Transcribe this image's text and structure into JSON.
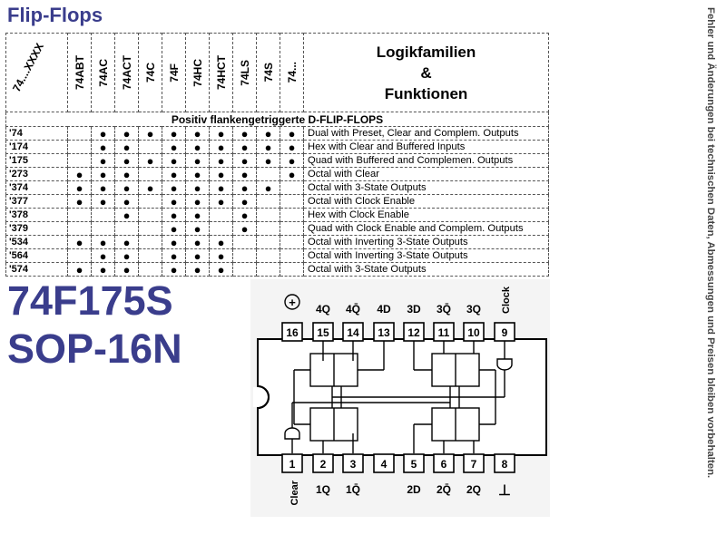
{
  "title": "Flip-Flops",
  "side_note": "Fehler und Änderungen bei technischen Daten, Abmessungen und Preisen bleiben vorbehalten.",
  "table": {
    "corner_label": "74....XXXX",
    "families": [
      "74ABT",
      "74AC",
      "74ACT",
      "74C",
      "74F",
      "74HC",
      "74HCT",
      "74LS",
      "74S",
      "74..."
    ],
    "families_header": [
      "Logikfamilien",
      "&",
      "Funktionen"
    ],
    "section_title": "Positiv flankengetriggerte D-FLIP-FLOPS",
    "dot_symbol": "●",
    "rows": [
      {
        "code": "'74",
        "dots": [
          0,
          1,
          1,
          1,
          1,
          1,
          1,
          1,
          1,
          1
        ],
        "desc": "Dual with Preset, Clear and Complem. Outputs"
      },
      {
        "code": "'174",
        "dots": [
          0,
          1,
          1,
          0,
          1,
          1,
          1,
          1,
          1,
          1
        ],
        "desc": "Hex with Clear and Buffered Inputs"
      },
      {
        "code": "'175",
        "dots": [
          0,
          1,
          1,
          1,
          1,
          1,
          1,
          1,
          1,
          1
        ],
        "desc": "Quad with Buffered and Complemen. Outputs"
      },
      {
        "code": "'273",
        "dots": [
          1,
          1,
          1,
          0,
          1,
          1,
          1,
          1,
          0,
          1
        ],
        "desc": "Octal with Clear"
      },
      {
        "code": "'374",
        "dots": [
          1,
          1,
          1,
          1,
          1,
          1,
          1,
          1,
          1,
          0
        ],
        "desc": "Octal with 3-State Outputs"
      },
      {
        "code": "'377",
        "dots": [
          1,
          1,
          1,
          0,
          1,
          1,
          1,
          1,
          0,
          0
        ],
        "desc": "Octal with Clock Enable"
      },
      {
        "code": "'378",
        "dots": [
          0,
          0,
          1,
          0,
          1,
          1,
          0,
          1,
          0,
          0
        ],
        "desc": "Hex with Clock Enable"
      },
      {
        "code": "'379",
        "dots": [
          0,
          0,
          0,
          0,
          1,
          1,
          0,
          1,
          0,
          0
        ],
        "desc": "Quad with Clock Enable and Complem. Outputs"
      },
      {
        "code": "'534",
        "dots": [
          1,
          1,
          1,
          0,
          1,
          1,
          1,
          0,
          0,
          0
        ],
        "desc": "Octal with Inverting 3-State Outputs"
      },
      {
        "code": "'564",
        "dots": [
          0,
          1,
          1,
          0,
          1,
          1,
          1,
          0,
          0,
          0
        ],
        "desc": "Octal with Inverting 3-State Outputs"
      },
      {
        "code": "'574",
        "dots": [
          1,
          1,
          1,
          0,
          1,
          1,
          1,
          0,
          0,
          0
        ],
        "desc": "Octal with 3-State Outputs"
      }
    ]
  },
  "part_number": "74F175S",
  "package": "SOP-16N",
  "pinout": {
    "top_pins": [
      "16",
      "15",
      "14",
      "13",
      "12",
      "11",
      "10",
      "9"
    ],
    "bottom_pins": [
      "1",
      "2",
      "3",
      "4",
      "5",
      "6",
      "7",
      "8"
    ],
    "top_labels": [
      "4Q",
      "4Q̄",
      "4D",
      "3D",
      "3Q̄",
      "3Q"
    ],
    "bottom_labels": [
      "1Q",
      "1Q̄",
      "2D",
      "2Q̄",
      "2Q"
    ],
    "clock_label": "Clock",
    "clear_label": "Clear",
    "vcc_symbol": "+",
    "gnd_symbol": "⊥"
  },
  "colors": {
    "accent_blue": "#3a3d8c",
    "side_text": "#444444",
    "line": "#555555"
  }
}
